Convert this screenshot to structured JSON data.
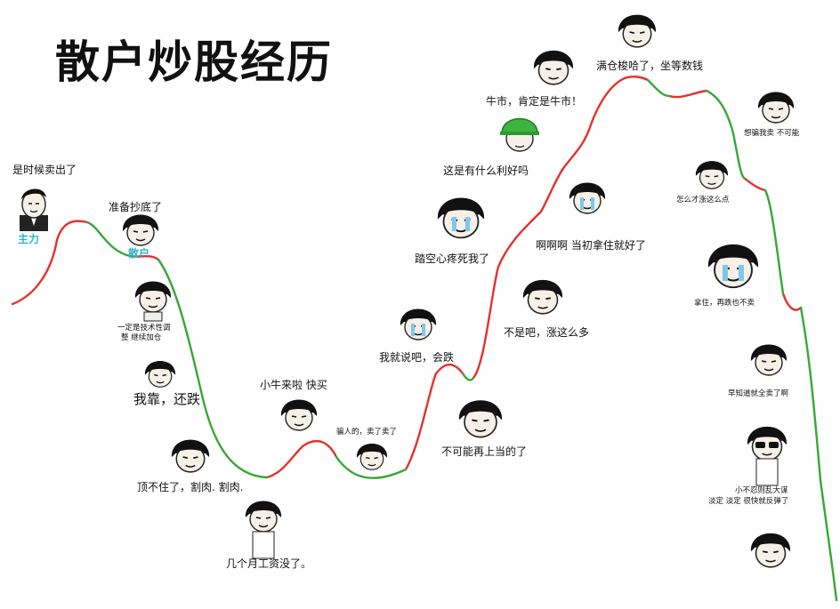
{
  "title": "散户炒股经历",
  "labels": {
    "zhuli": "主力",
    "sanhu": "散户",
    "sell_now": "是时候卖出了",
    "ready_bottom": "准备抄底了",
    "tech_adjust_1": "一定是技术性调",
    "tech_adjust_2": "整 继续加仓",
    "still_falling": "我靠，还跌",
    "cut_loss": "顶不住了，割肉. 割肉.",
    "months_salary": "几个月工资没了。",
    "small_bull": "小牛来啦 快买",
    "lied_sold": "骗人的，卖了卖了",
    "no_trick": "不可能再上当的了",
    "told_you": "我就说吧，会跌",
    "missed": "踏空心疼死我了",
    "no_way": "不是吧，涨这么多",
    "good_news": "这是有什么利好吗",
    "bull_market": "牛市，肯定是牛市！",
    "regret": "啊啊啊 当初拿住就好了",
    "full_position": "满仓梭哈了，坐等数钱",
    "trick_1": "想骗我卖 不可能",
    "how_small": "怎么才涨这么点",
    "hold_on": "拿住，再跌也不卖",
    "knew": "早知道就全卖了啊",
    "stay_calm_1": "小不忍则乱大谋",
    "stay_calm_2": "淡定 淡定 很快就反弹了"
  },
  "colors": {
    "up": "#e5312c",
    "down": "#35a835",
    "zhuli_tag": "#29b7c9"
  },
  "faces": [
    "mushroom-head-face",
    "suit-man-face",
    "green-helmet-face",
    "sunglasses-face",
    "crying-face"
  ]
}
